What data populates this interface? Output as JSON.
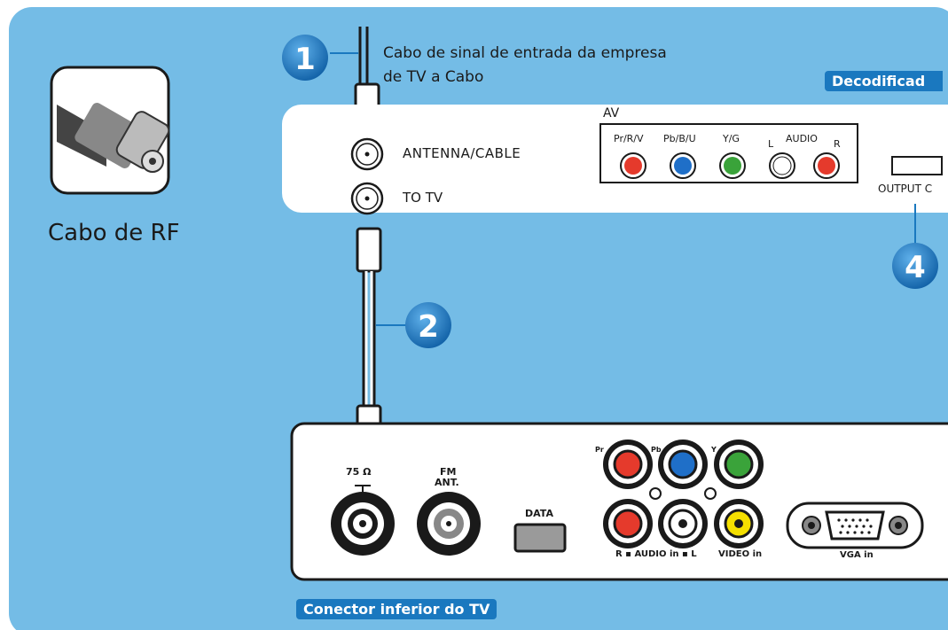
{
  "rf_cable": {
    "label": "Cabo de RF"
  },
  "step1": {
    "number": "1",
    "caption_line1": "Cabo de sinal de entrada da empresa",
    "caption_line2": "de TV a Cabo"
  },
  "step2": {
    "number": "2"
  },
  "step4": {
    "number": "4"
  },
  "decoder": {
    "badge": "Decodificad",
    "antenna_label": "ANTENNA/CABLE",
    "totv_label": "TO TV",
    "av_label": "AV",
    "prrv_label": "Pr/R/V",
    "pbbu_label": "Pb/B/U",
    "yg_label": "Y/G",
    "audio_l_label": "L",
    "audio_label": "AUDIO",
    "audio_r_label": "R",
    "output_label": "OUTPUT C"
  },
  "tv_panel": {
    "ohm_label": "75 Ω",
    "fm_label_line1": "FM",
    "fm_label_line2": "ANT.",
    "data_label": "DATA",
    "pr_label": "Pr",
    "pb_label": "Pb",
    "y_label": "Y",
    "audio_in_label": "R ▪ AUDIO in ▪ L",
    "video_in_label": "VIDEO in",
    "vga_label": "VGA in",
    "badge": "Conector inferior do TV"
  },
  "colors": {
    "background_blue": "#74bce6",
    "panel_white": "#ffffff",
    "badge_blue": "#1a78bf",
    "step_blue": "#1a78bf",
    "rca_red": "#e53a2c",
    "rca_blue": "#1f6fc8",
    "rca_green": "#3aa33a",
    "rca_yellow": "#f5e000"
  }
}
